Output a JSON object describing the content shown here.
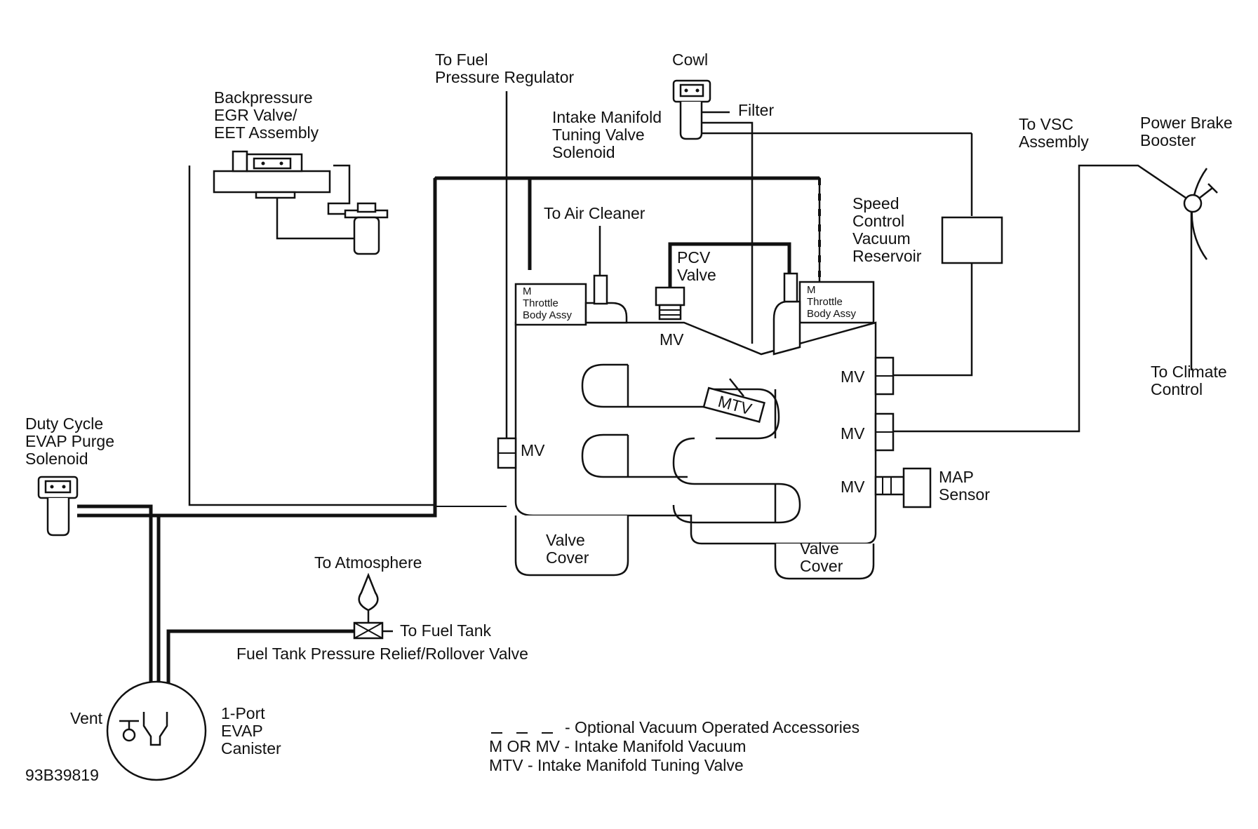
{
  "labels": {
    "backpressure": [
      "Backpressure",
      "EGR Valve/",
      "EET Assembly"
    ],
    "to_fuel_pressure_regulator": [
      "To Fuel",
      "Pressure Regulator"
    ],
    "cowl": "Cowl",
    "filter": "Filter",
    "imtv_solenoid": [
      "Intake Manifold",
      "Tuning Valve",
      "Solenoid"
    ],
    "to_vsc": [
      "To VSC",
      "Assembly"
    ],
    "power_brake_booster": [
      "Power Brake",
      "Booster"
    ],
    "to_air_cleaner": "To Air Cleaner",
    "speed_control_reservoir": [
      "Speed",
      "Control",
      "Vacuum",
      "Reservoir"
    ],
    "pcv_valve": [
      "PCV",
      "Valve"
    ],
    "throttle_body_left": [
      "M",
      "Throttle",
      "Body Assy"
    ],
    "throttle_body_right": [
      "M",
      "Throttle",
      "Body Assy"
    ],
    "mv": "MV",
    "mtv": "MTV",
    "to_climate_control": [
      "To Climate",
      "Control"
    ],
    "duty_cycle_evap": [
      "Duty Cycle",
      "EVAP Purge",
      "Solenoid"
    ],
    "map_sensor": [
      "MAP",
      "Sensor"
    ],
    "valve_cover": [
      "Valve",
      "Cover"
    ],
    "to_atmosphere": "To Atmosphere",
    "to_fuel_tank": "To Fuel Tank",
    "relief_valve": "Fuel Tank Pressure Relief/Rollover Valve",
    "vent": "Vent",
    "evap_canister": [
      "1-Port",
      "EVAP",
      "Canister"
    ],
    "figure_id": "93B39819"
  },
  "legend": {
    "dashes": "– – – -",
    "items": [
      "Optional Vacuum Operated Accessories",
      "M OR MV - Intake Manifold Vacuum",
      "MTV - Intake Manifold Tuning Valve"
    ]
  }
}
